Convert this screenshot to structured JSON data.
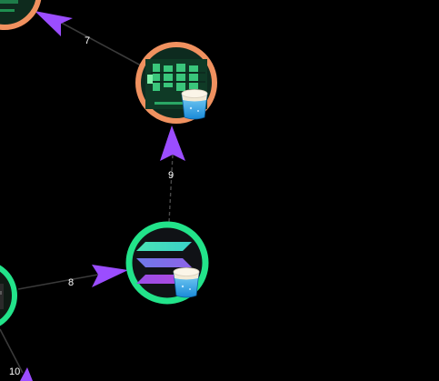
{
  "colors": {
    "background": "#000000",
    "edge": "#3a3a3a",
    "arrow": "#9b4dff",
    "ring_orange": "#f0915f",
    "ring_green": "#22e38a",
    "label": "#ffffff"
  },
  "nodes": [
    {
      "name": "node-top-left-token",
      "ring": "orange",
      "icon": "uses-token-logo"
    },
    {
      "name": "node-uses-token",
      "ring": "orange",
      "icon": "uses-token-logo",
      "badge": "bucket-icon"
    },
    {
      "name": "node-solana-token",
      "ring": "green",
      "icon": "solana-logo",
      "badge": "bucket-icon"
    },
    {
      "name": "node-left-token",
      "ring": "green",
      "icon": "token-logo"
    }
  ],
  "edges": [
    {
      "label": "7"
    },
    {
      "label": "9"
    },
    {
      "label": "8"
    },
    {
      "label": "10"
    }
  ]
}
